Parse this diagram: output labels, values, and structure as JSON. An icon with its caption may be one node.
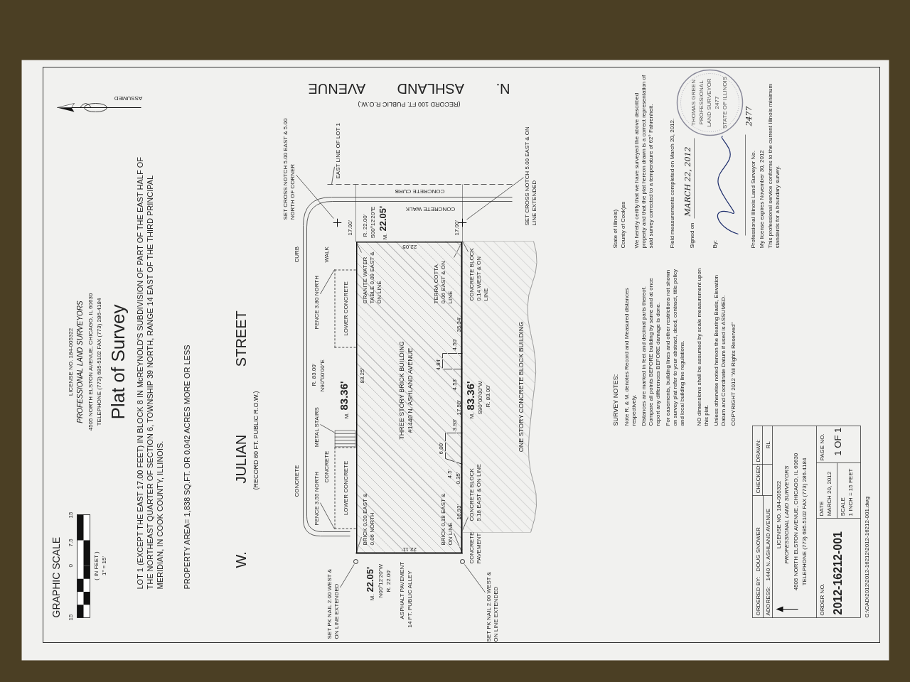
{
  "diagram": {
    "title": "Plat of Survey",
    "nodes": [
      {
        "text": [
          "THREE STORY BRICK BUILDING",
          "#1440 N. ASHLAND AVENUE"
        ]
      },
      {
        "text": [
          "ONE STORY CONCRETE BLOCK BUILDING"
        ]
      },
      {
        "text": [
          "SET PK NAIL 2.00 WEST & ON LINE EXTENDED"
        ]
      },
      {
        "text": [],
        "shape": "circle"
      },
      {
        "text": [
          "FENCE 3.55 NORTH"
        ]
      },
      {
        "text": [
          "LOWER CONCRETE"
        ]
      },
      {
        "text": [
          "METAL STAIRS"
        ]
      },
      {
        "text": [],
        "shape": "stairs"
      },
      {
        "text": [
          "LOWER CONCRETE"
        ]
      },
      {
        "text": [
          "FENCE 3.80 NORTH"
        ]
      },
      {
        "text": [
          "SET CROSS NOTCH 5.00 EAST & 5.00 NORTH OF CORNER"
        ]
      },
      {
        "text": [],
        "shape": "cross"
      },
      {
        "text": [
          "EAST LINE OF LOT 1"
        ]
      },
      {
        "text": [
          "BRICK 0.20 EAST & 0.06 NORTH"
        ],
        "in": 0
      },
      {
        "text": [
          "BRICK 0.18 EAST & ON LINE"
        ],
        "in": 0
      },
      {
        "text": [
          "TERRA COTTA 0.06 EAST & ON LINE"
        ],
        "in": 0
      },
      {
        "text": [
          "GRANITE WATER TABLE 0.09 EAST & ON LINE"
        ],
        "in": 0
      },
      {
        "text": [
          "CONCRETE BLOCK 5.18 EAST & ON LINE"
        ],
        "in": 1
      },
      {
        "text": [
          "CONCRETE BLOCK 0.14 WEST & ON LINE"
        ],
        "in": 1
      },
      {
        "text": [
          "SET PK NAIL 2.00 WEST & ON LINE EXTENDED"
        ]
      },
      {
        "text": [],
        "shape": "circle"
      },
      {
        "text": [
          "SET CROSS NOTCH 5.00 EAST & ON LINE EXTENDED"
        ]
      },
      {
        "text": [],
        "shape": "cross"
      }
    ],
    "edges": [
      {
        "from": 2,
        "to": 3,
        "arrow": "none"
      },
      {
        "from": 4,
        "to": 5,
        "arrow": "none"
      },
      {
        "from": 6,
        "to": 7,
        "arrow": "none"
      },
      {
        "from": 9,
        "to": 8,
        "arrow": "none"
      },
      {
        "from": 10,
        "to": 11,
        "arrow": "none"
      },
      {
        "from": 13,
        "to": 0,
        "arrow": "none"
      },
      {
        "from": 14,
        "to": 0,
        "arrow": "none"
      },
      {
        "from": 15,
        "to": 0,
        "arrow": "none"
      },
      {
        "from": 16,
        "to": 0,
        "arrow": "none"
      },
      {
        "from": 17,
        "to": 0,
        "arrow": "none"
      },
      {
        "from": 18,
        "to": 0,
        "arrow": "none"
      },
      {
        "from": 19,
        "to": 20,
        "arrow": "none"
      },
      {
        "from": 21,
        "to": 22,
        "arrow": "none"
      },
      {
        "from": 12,
        "to": null,
        "arrow": "none"
      }
    ],
    "labels": [
      "GRAPHIC SCALE",
      "15",
      "0",
      "7.5",
      "15",
      "( IN FEET )",
      "1\" = 15'",
      "LICENSE NO. 184-005322",
      "PROFESSIONAL LAND SURVEYORS",
      "4505 NORTH ELSTON AVENUE, CHICAGO, IL 60630",
      "TELEPHONE (773) 685-5102 FAX (773) 286-4184",
      "ASSUMED",
      "LOT 1 (EXCEPT THE EAST 17.00 FEET) IN BLOCK 8 IN McREYNOLD'S SUBDIVISION OF PART OF THE EAST HALF OF THE NORTHEAST QUARTER OF SECTION 6, TOWNSHIP 39 NORTH, RANGE 14 EAST OF THE THIRD PRINCIPAL MERIDIAN, IN COOK COUNTY, ILLINOIS.",
      "PROPERTY AREA= 1,838 SQ.FT. OR 0.042 ACRES MORE OR LESS",
      "W. JULIAN STREET",
      "(RECORD 60 FT. PUBLIC R.O.W.)",
      "CONCRETE",
      "CURB",
      "CONCRETE",
      "WALK",
      "R. 83.00'",
      "N90°00'00\"E",
      "M.",
      "83.36'",
      "83.25'",
      "17.00'",
      "R. 22.00'",
      "S00°12'20\"E",
      "M.",
      "22.05'",
      "CONCRETE WALK",
      "CONCRETE CURB",
      "N. ASHLAND AVENUE",
      "(RECORD 100 FT. PUBLIC R.O.W.)",
      "M.",
      "22.05'",
      "N00°12'20\"W",
      "R. 22.00'",
      "ASPHALT PAVEMENT",
      "14 FT. PUBLIC ALLEY",
      "22.11'",
      "22.05'",
      "6.00'",
      "4.5'",
      "0.35'",
      "3.93'",
      "4.84'",
      "4.50'",
      "4.53'",
      "16.93'",
      "17.58'",
      "35.34'",
      "17.00'",
      "CONCRETE PAVEMENT",
      "M.",
      "83.36'",
      "S90°00'00\"W",
      "R. 83.00'",
      "SURVEY NOTES:",
      "Note R. & M. denotes Record and Measured distances respectively.",
      "Distances are marked in feet and decimal parts thereof. Compare all points BEFORE building by same and at once report any differences BEFORE damage is done.",
      "For easements, building lines and other restrictions not shown on survey plat refer to your abstract, deed, contract, title policy and local building line regulations.",
      "NO dimensions shall be assumed by scale measurement upon this plat.",
      "Unless otherwise noted hereon the Bearing Basis, Elevation Datum and Coordinate Datum if used is ASSUMED.",
      "COPYRIGHT 2012 \"All Rights Reserved\"",
      "State of Illinois)",
      "County of Cook)ss",
      "We hereby certify that we have surveyed the above described property and that the plat hereon drawn is a correct representation of said survey corrected to a temperature of 62° Fahrenheit.",
      "Field measurements completed on March 20, 2012.",
      "Signed on",
      "MARCH 22, 2012",
      "By:",
      "Professional Illinois Land Surveyor No.",
      "2477",
      "My license expires November 30, 2012",
      "This professional service conforms to the current Illinois minimum standards for a boundary survey.",
      "THOMAS GREEN",
      "PROFESSIONAL",
      "LAND SURVEYOR",
      "2477",
      "STATE OF ILLINOIS",
      "ORDERED BY:",
      "DOUG SNOWER",
      "CHECKED:",
      "DRAWN:",
      "ADDRESS:",
      "1440 N. ASHLAND AVENUE",
      "RL",
      "LICENSE NO. 184-005322",
      "PROFESSIONAL LAND SURVEYORS",
      "4505 NORTH ELSTON AVENUE, CHICAGO, IL 60630",
      "TELEPHONE (773) 685-5102 FAX (773) 286-4184",
      "ORDER NO.",
      "2012-16212-001",
      "DATE",
      "MARCH 20, 2012",
      "SCALE",
      "1 INCH = 15 FEET",
      "PAGE NO.",
      "1 OF 1",
      "G:\\CAD\\2012\\2012-16212\\2012-16212-001.dwg"
    ]
  }
}
